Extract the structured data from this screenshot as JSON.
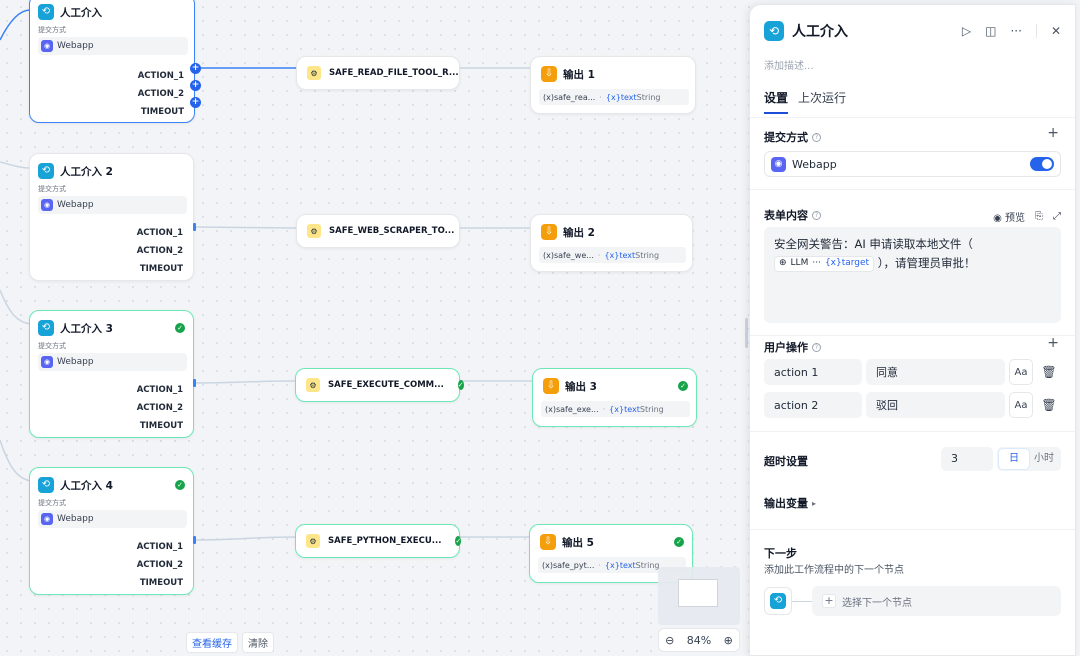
{
  "canvas": {
    "human_nodes": [
      {
        "title": "人工介入",
        "submit_label": "提交方式",
        "channel": "Webapp",
        "actions": [
          "ACTION_1",
          "ACTION_2",
          "TIMEOUT"
        ],
        "status": "selected"
      },
      {
        "title": "人工介入 2",
        "submit_label": "提交方式",
        "channel": "Webapp",
        "actions": [
          "ACTION_1",
          "ACTION_2",
          "TIMEOUT"
        ],
        "status": "none"
      },
      {
        "title": "人工介入 3",
        "submit_label": "提交方式",
        "channel": "Webapp",
        "actions": [
          "ACTION_1",
          "ACTION_2",
          "TIMEOUT"
        ],
        "status": "success"
      },
      {
        "title": "人工介入 4",
        "submit_label": "提交方式",
        "channel": "Webapp",
        "actions": [
          "ACTION_1",
          "ACTION_2",
          "TIMEOUT"
        ],
        "status": "success"
      }
    ],
    "tool_nodes": [
      {
        "title": "SAFE_READ_FILE_TOOL_R...",
        "status": "none"
      },
      {
        "title": "SAFE_WEB_SCRAPER_TO...",
        "status": "none"
      },
      {
        "title": "SAFE_EXECUTE_COMM...",
        "status": "success"
      },
      {
        "title": "SAFE_PYTHON_EXECU...",
        "status": "success"
      }
    ],
    "output_nodes": [
      {
        "title": "输出 1",
        "var": "(x)safe_rea...",
        "var_tag": "{x}text",
        "var_type": "String",
        "status": "none"
      },
      {
        "title": "输出 2",
        "var": "(x)safe_we...",
        "var_tag": "{x}text",
        "var_type": "String",
        "status": "none"
      },
      {
        "title": "输出 3",
        "var": "(x)safe_exe...",
        "var_tag": "{x}text",
        "var_type": "String",
        "status": "success"
      },
      {
        "title": "输出 5",
        "var": "(x)safe_pyt...",
        "var_tag": "{x}text",
        "var_type": "String",
        "status": "success"
      }
    ],
    "bottom": {
      "view_cache": "查看缓存",
      "clear": "清除"
    },
    "zoom": {
      "level": "84%"
    }
  },
  "panel": {
    "title": "人工介入",
    "desc_placeholder": "添加描述...",
    "tabs": [
      "设置",
      "上次运行"
    ],
    "submit": {
      "label": "提交方式",
      "channel": "Webapp",
      "enabled": true
    },
    "form": {
      "label": "表单内容",
      "preview": "预览",
      "text_before": "安全网关警告：AI 申请读取本地文件（",
      "chip_source": "LLM",
      "chip_ellipsis": "···",
      "chip_var": "{x}target",
      "text_after": "），请管理员审批！"
    },
    "user_actions": {
      "label": "用户操作",
      "items": [
        {
          "key": "action 1",
          "value": "同意"
        },
        {
          "key": "action 2",
          "value": "驳回"
        }
      ]
    },
    "timeout": {
      "label": "超时设置",
      "value": "3",
      "units": [
        "日",
        "小时"
      ],
      "selected_unit": "日"
    },
    "output_vars": {
      "label": "输出变量"
    },
    "next_step": {
      "label": "下一步",
      "desc": "添加此工作流程中的下一个节点",
      "select_placeholder": "选择下一个节点"
    }
  },
  "colors": {
    "accent": "#2563eb",
    "node_icon": "#17a2d8",
    "success": "#16a34a",
    "output_icon": "#f59e0b"
  }
}
